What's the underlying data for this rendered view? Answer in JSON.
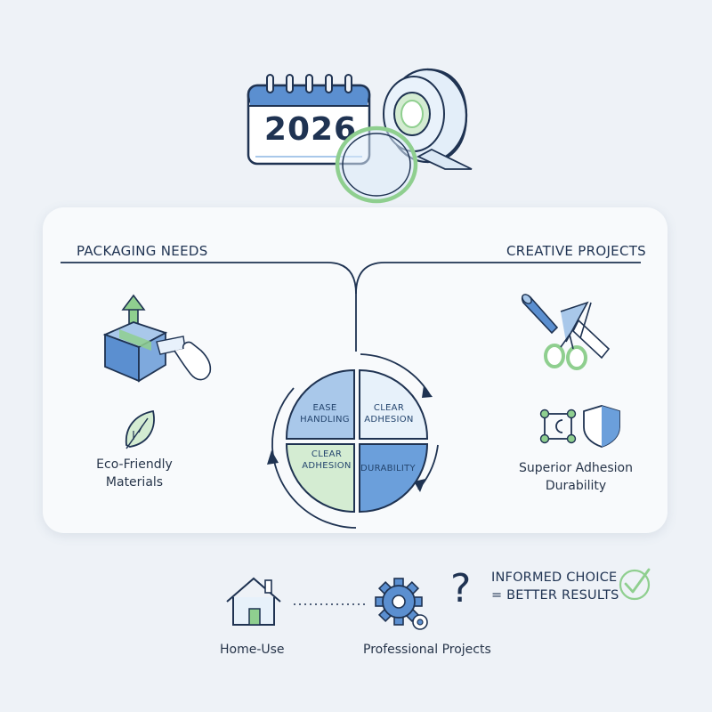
{
  "header": {
    "year": "2026",
    "calendar_icon": "calendar-icon",
    "tape_icon": "tape-roll-icon"
  },
  "left_section": {
    "title": "PACKAGING NEEDS",
    "feature_line1": "Eco-Friendly",
    "feature_line2": "Materials",
    "icons": [
      "box-upload-icon",
      "leaf-icon"
    ]
  },
  "right_section": {
    "title": "CREATIVE PROJECTS",
    "feature_line1": "Superior Adhesion",
    "feature_line2": "Durability",
    "icons": [
      "brush-scissors-icon",
      "network-icon",
      "shield-icon"
    ]
  },
  "cycle": {
    "top_left_line1": "EASE",
    "top_left_line2": "HANDLING",
    "top_right_line1": "CLEAR",
    "top_right_line2": "ADHESION",
    "bottom_left_line1": "CLEAR",
    "bottom_left_line2": "ADHESION",
    "bottom_right": "DURABILITY"
  },
  "footer": {
    "home_label": "Home-Use",
    "pro_label": "Professional Projects",
    "question_mark": "?",
    "choice_line1": "INFORMED CHOICE",
    "choice_line2": "= BETTER RESULTS",
    "icons": [
      "house-icon",
      "gear-icon",
      "check-icon"
    ]
  },
  "colors": {
    "navy": "#1f3352",
    "blue": "#5b8fd0",
    "light_blue": "#a9c8ea",
    "green": "#8fcf8f",
    "light_green": "#d4ecd2"
  }
}
